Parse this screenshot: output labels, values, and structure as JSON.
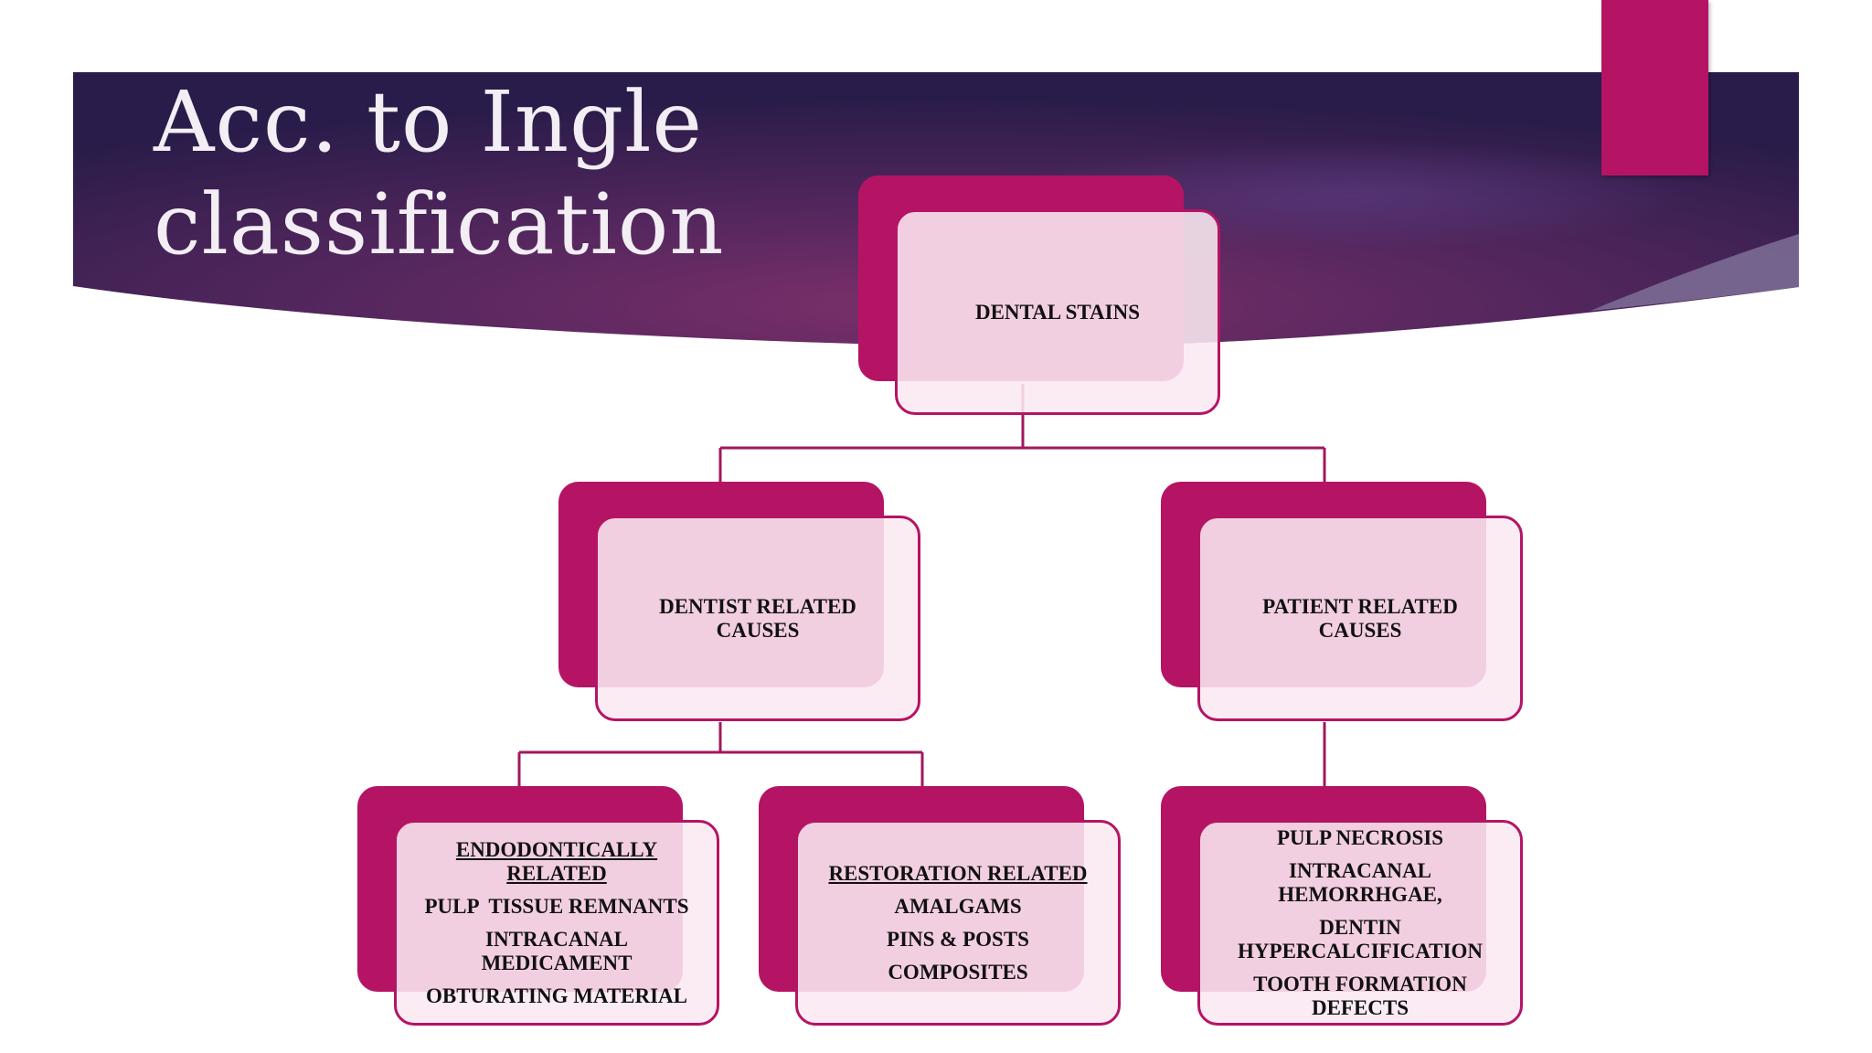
{
  "title": {
    "line1": "Acc. to Ingle",
    "line2": "classification"
  },
  "colors": {
    "accent": "#b51464",
    "banner_dark": "#2e1d4c",
    "banner_mid": "#6a2a63",
    "box_fill": "#fae9f1"
  },
  "diagram": {
    "root": {
      "label": "DENTAL STAINS"
    },
    "dentist": {
      "line1": "DENTIST RELATED",
      "line2": "CAUSES"
    },
    "patient": {
      "line1": "PATIENT RELATED",
      "line2": "CAUSES"
    },
    "endo": {
      "heading1": "ENDODONTICALLY",
      "heading2": "RELATED",
      "item1": "PULP  TISSUE REMNANTS",
      "item2a": "INTRACANAL",
      "item2b": "MEDICAMENT",
      "item3": "OBTURATING MATERIAL"
    },
    "restoration": {
      "heading": "RESTORATION RELATED",
      "item1": "AMALGAMS",
      "item2": "PINS & POSTS",
      "item3": "COMPOSITES"
    },
    "patient_children": {
      "item1": "PULP NECROSIS",
      "item2a": "INTRACANAL",
      "item2b": "HEMORRHGAE,",
      "item3a": "DENTIN",
      "item3b": "HYPERCALCIFICATION",
      "item4a": "TOOTH FORMATION",
      "item4b": "DEFECTS"
    }
  }
}
